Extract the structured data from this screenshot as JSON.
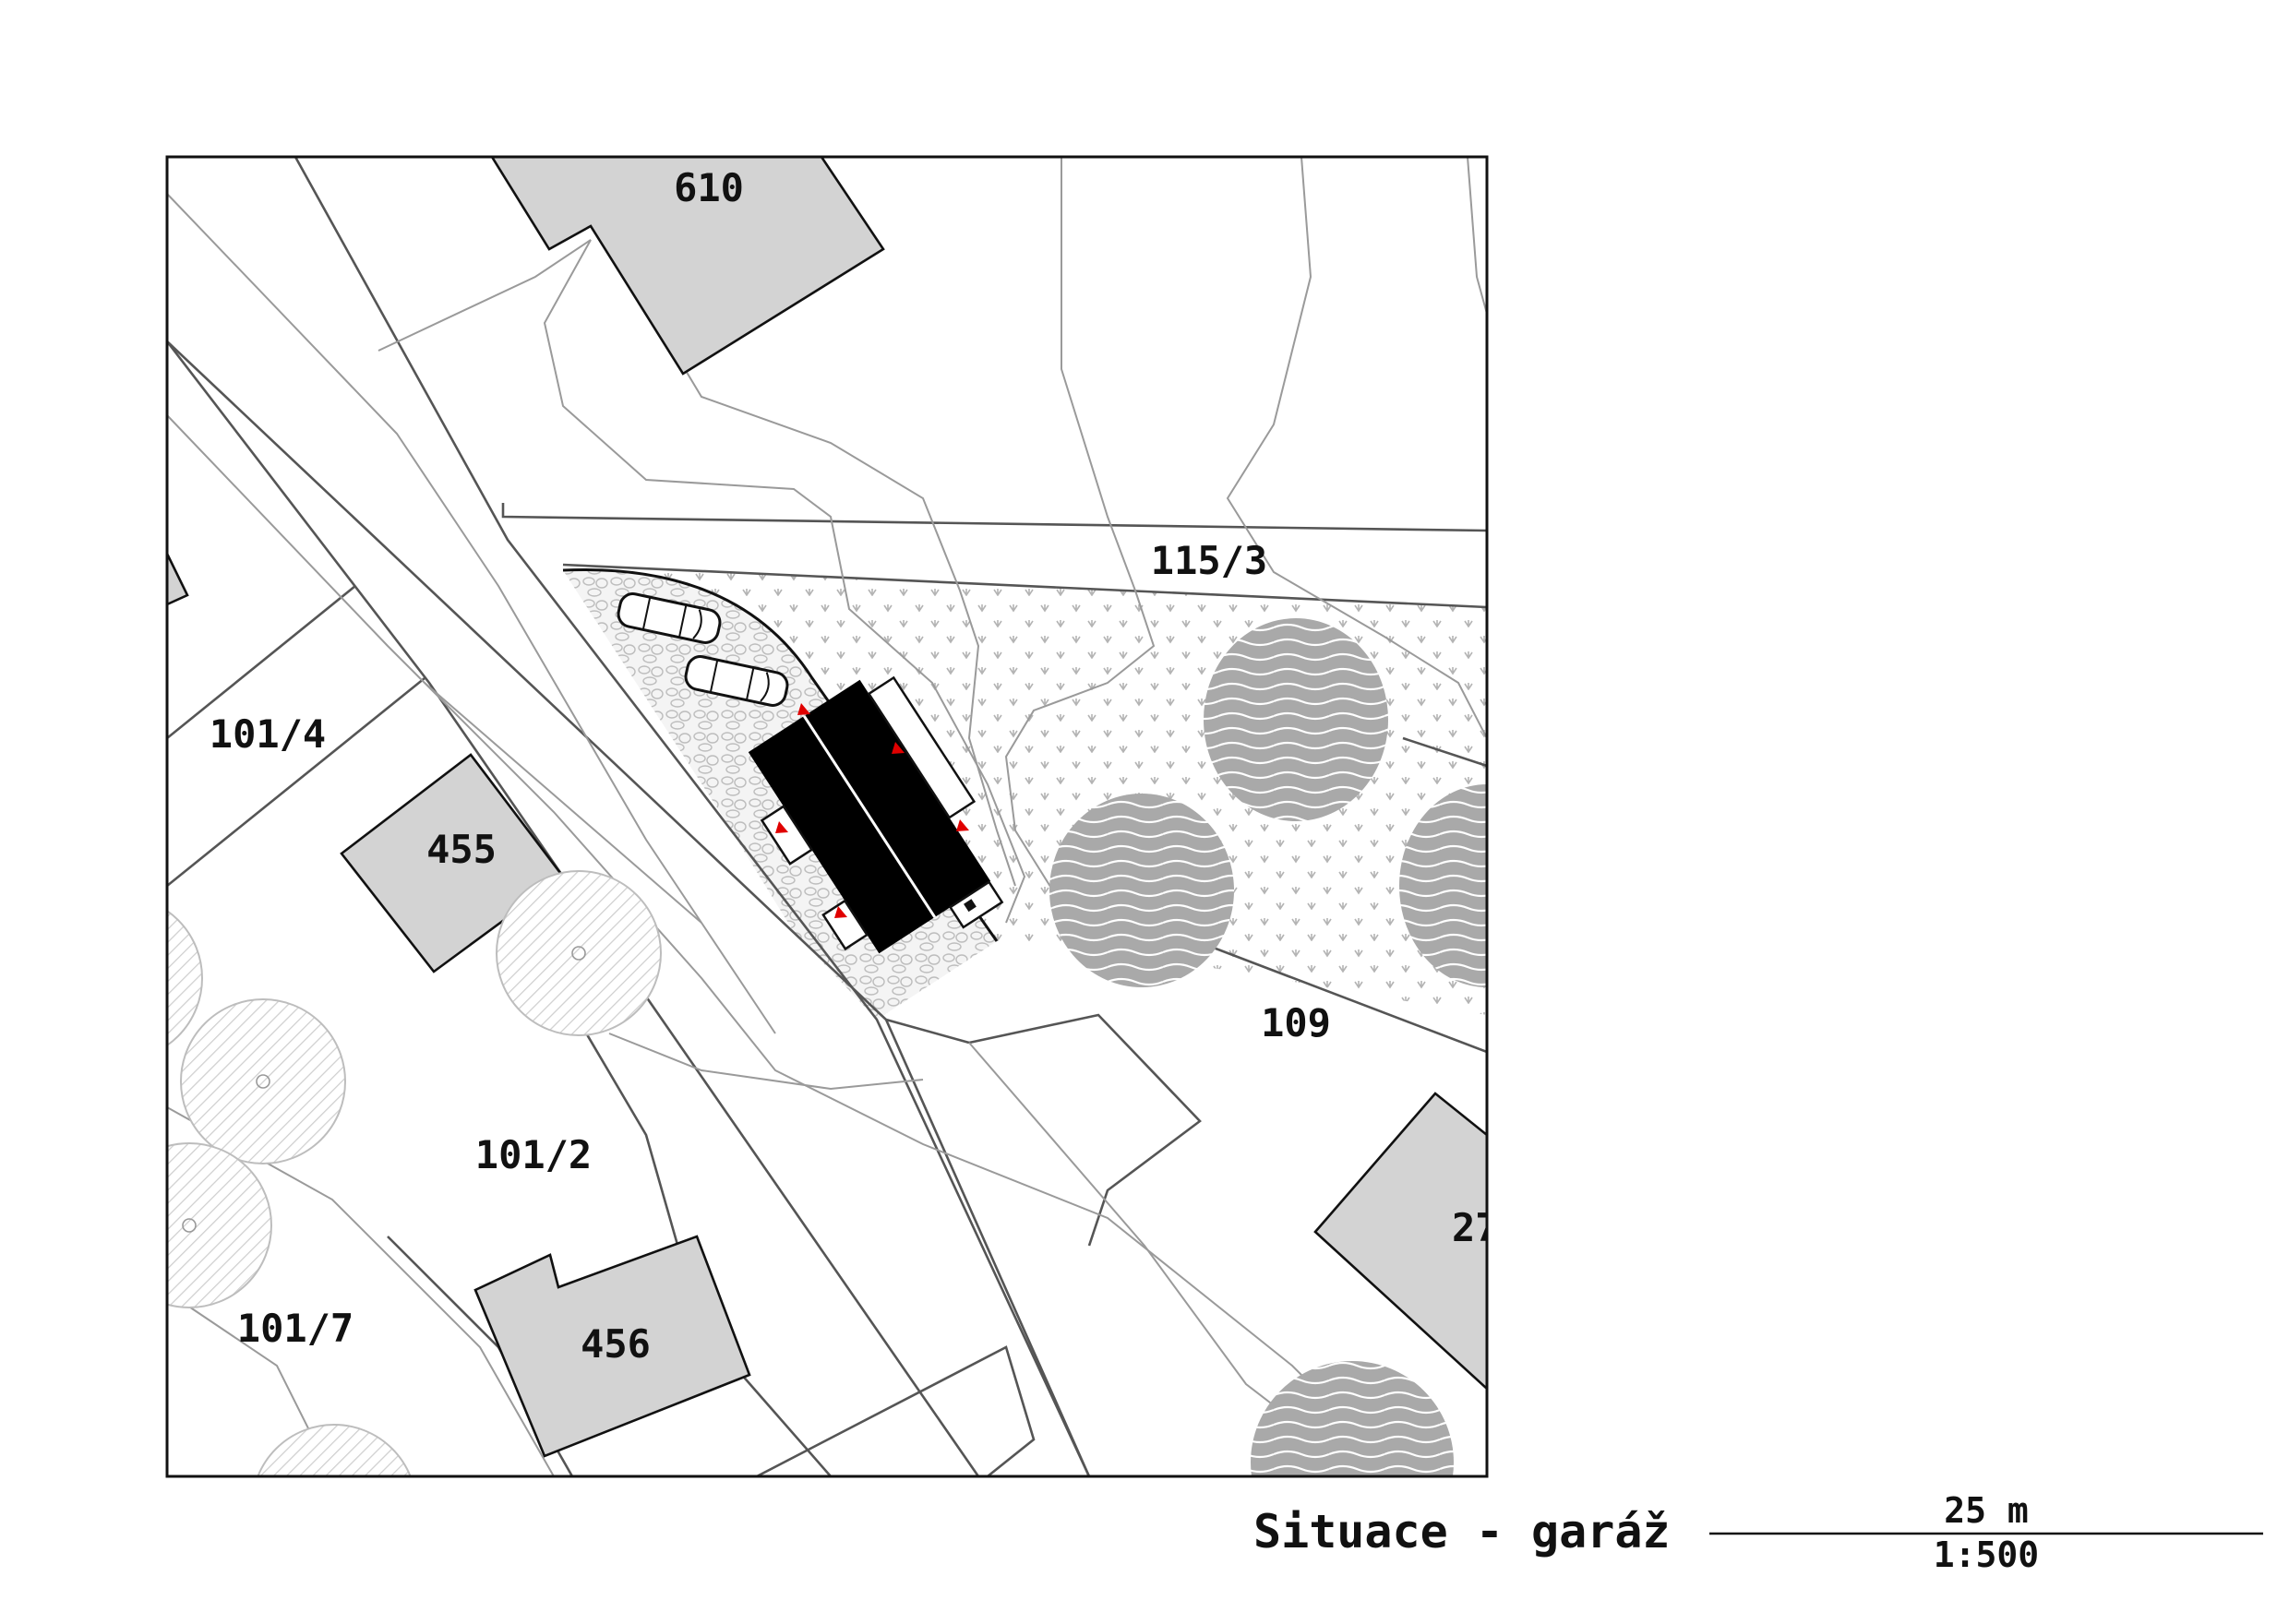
{
  "parcels": [
    {
      "id": "p610",
      "label": "610"
    },
    {
      "id": "p1153",
      "label": "115/3"
    },
    {
      "id": "p1014",
      "label": "101/4"
    },
    {
      "id": "p455",
      "label": "455"
    },
    {
      "id": "p109",
      "label": "109"
    },
    {
      "id": "p1012",
      "label": "101/2"
    },
    {
      "id": "p27",
      "label": "27"
    },
    {
      "id": "p1017",
      "label": "101/7"
    },
    {
      "id": "p456",
      "label": "456"
    }
  ],
  "title": "Situace - garáž",
  "scale": {
    "length_label": "25 m",
    "ratio_label": "1:500"
  },
  "colors": {
    "building": "#d3d3d3",
    "garage": "#000000",
    "outline": "#555555",
    "trees": "#a9a9a9",
    "arrows": "#e00000"
  }
}
